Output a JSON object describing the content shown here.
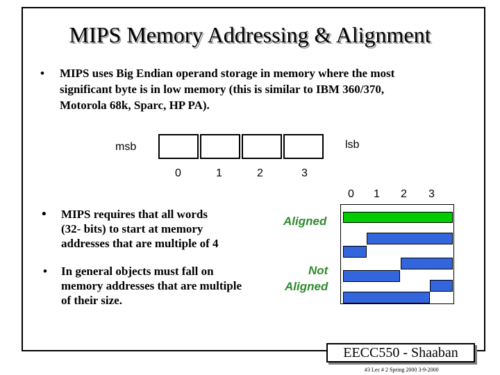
{
  "title": "MIPS Memory Addressing & Alignment",
  "bullets": {
    "b1_lines": [
      "MIPS uses Big Endian operand storage in memory where the most",
      "significant byte is in low memory (this is similar to IBM 360/370,",
      "Motorola 68k, Sparc, HP PA)."
    ],
    "b2_lines": [
      "MIPS requires that all words",
      "(32- bits) to start at memory",
      "addresses that are multiple of 4"
    ],
    "b3_lines": [
      "In general objects must fall on",
      "memory addresses that are multiple",
      "of their size."
    ],
    "bullet_char": "•"
  },
  "endian": {
    "msb_label": "msb",
    "lsb_label": "lsb",
    "byte_labels": [
      "0",
      "1",
      "2",
      "3"
    ]
  },
  "alignment": {
    "col_labels": [
      "0",
      "1",
      "2",
      "3"
    ],
    "aligned_label": "Aligned",
    "not_label": "Not",
    "not_aligned_label": "Aligned",
    "colors": {
      "aligned": "#00cc00",
      "misaligned": "#3366dd"
    }
  },
  "footer": {
    "box_text": "EECC550 - Shaaban",
    "small_text": "#3   Lec # 2   Spring 2000  3-9-2000"
  }
}
